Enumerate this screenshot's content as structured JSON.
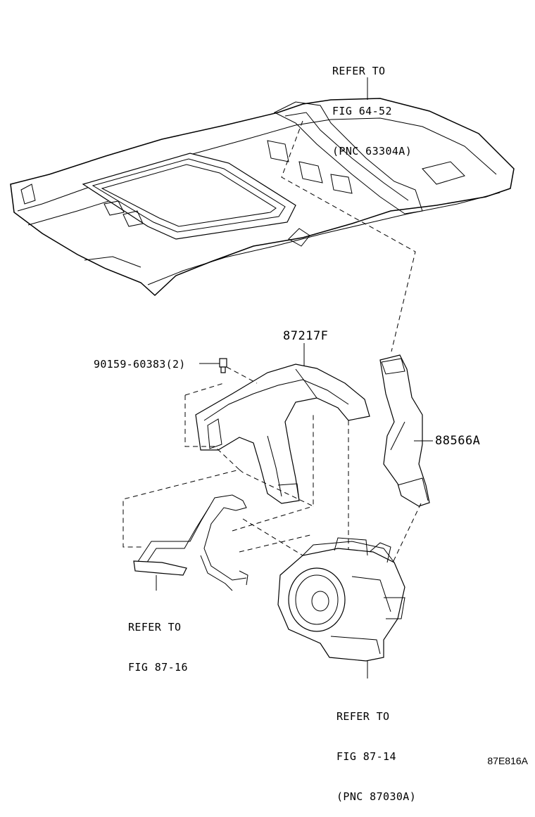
{
  "callouts": {
    "roof_reference": [
      "REFER TO",
      "FIG 64-52",
      "(PNC 63304A)"
    ],
    "left_reference": [
      "REFER TO",
      "FIG 87-16"
    ],
    "bottom_reference": [
      "REFER TO",
      "FIG 87-14",
      "(PNC 87030A)"
    ]
  },
  "parts": {
    "duct_upper": "87217F",
    "bolt": "90159-60383(2)",
    "duct_side": "88566A"
  },
  "illustration_id": "87E816A"
}
